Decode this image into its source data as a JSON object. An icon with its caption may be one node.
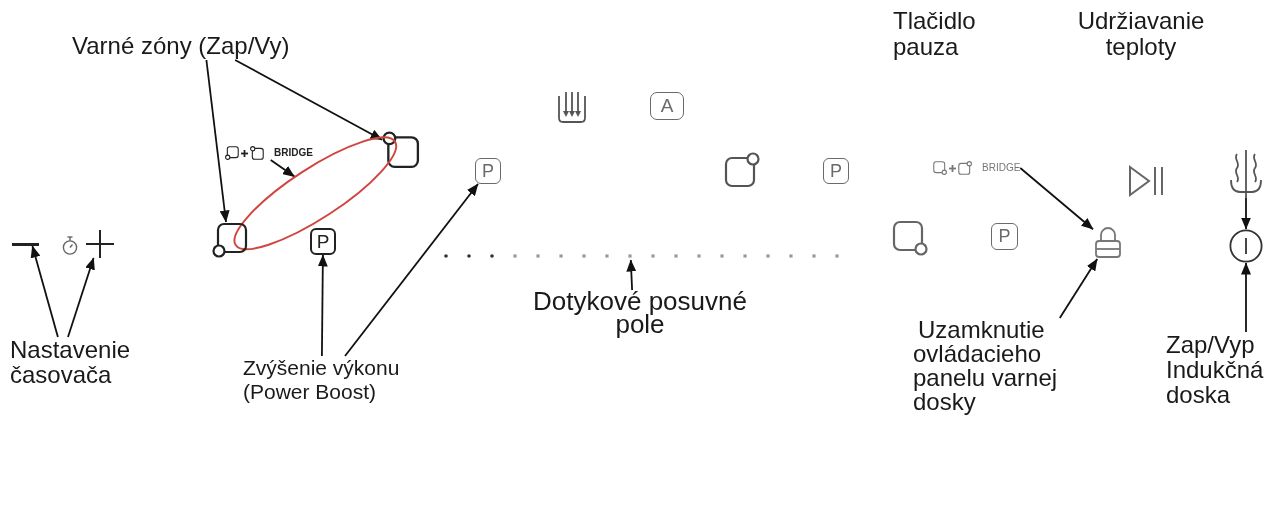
{
  "diagram": {
    "nodes": [
      {
        "text": [
          "Varné zóny (Zap/Vy)"
        ]
      },
      {
        "text": [
          "BRIDGE"
        ]
      },
      {
        "text": [],
        "shape": "box"
      },
      {
        "text": [],
        "shape": "ellipse"
      },
      {
        "text": [],
        "shape": "picture"
      },
      {
        "text": [],
        "shape": "picture"
      },
      {
        "text": [],
        "shape": "picture"
      },
      {
        "text": [],
        "shape": "box"
      },
      {
        "text": [
          "P"
        ]
      },
      {
        "text": [
          "P"
        ]
      },
      {
        "text": [],
        "shape": "picture"
      },
      {
        "text": [
          "A"
        ]
      },
      {
        "text": [],
        "shape": "box"
      },
      {
        "text": [
          "P"
        ]
      },
      {
        "text": [],
        "shape": "bar"
      },
      {
        "text": [],
        "shape": "box"
      },
      {
        "text": [
          "P"
        ]
      },
      {
        "text": [
          "BRIDGE"
        ]
      },
      {
        "text": [],
        "shape": "picture"
      },
      {
        "text": [],
        "shape": "picture"
      },
      {
        "text": [],
        "shape": "picture"
      },
      {
        "text": [],
        "shape": "picture"
      },
      {
        "text": [
          "Nastavenie časovača"
        ]
      },
      {
        "text": [
          "Dotykové posuvné pole"
        ]
      },
      {
        "text": [
          "Zvýšenie výkonu (Power Boost)"
        ]
      },
      {
        "text": [
          "Uzamknutie ovládacieho panelu varnej dosky"
        ]
      },
      {
        "text": [
          "Zap/Vyp Indukčná doska"
        ]
      }
    ],
    "edges": [
      {
        "from": 0,
        "to": 7,
        "arrow": "to"
      },
      {
        "from": 0,
        "to": 2,
        "arrow": "to"
      },
      {
        "from": 1,
        "to": 3,
        "arrow": "to"
      },
      {
        "from": 22,
        "to": 4,
        "arrow": "to"
      },
      {
        "from": 22,
        "to": 6,
        "arrow": "to"
      },
      {
        "from": 24,
        "to": 8,
        "arrow": "to"
      },
      {
        "from": 24,
        "to": 9,
        "arrow": "to"
      },
      {
        "from": 23,
        "to": 14,
        "arrow": "to"
      },
      {
        "from": 17,
        "to": 20,
        "arrow": "to"
      },
      {
        "from": 19,
        "to": 21,
        "arrow": "to"
      },
      {
        "from": 25,
        "to": 20,
        "arrow": "to"
      },
      {
        "from": 26,
        "to": 21,
        "arrow": "to"
      }
    ],
    "labels": [
      "Tlačidlo pauza",
      "Udržiavanie teploty"
    ]
  }
}
